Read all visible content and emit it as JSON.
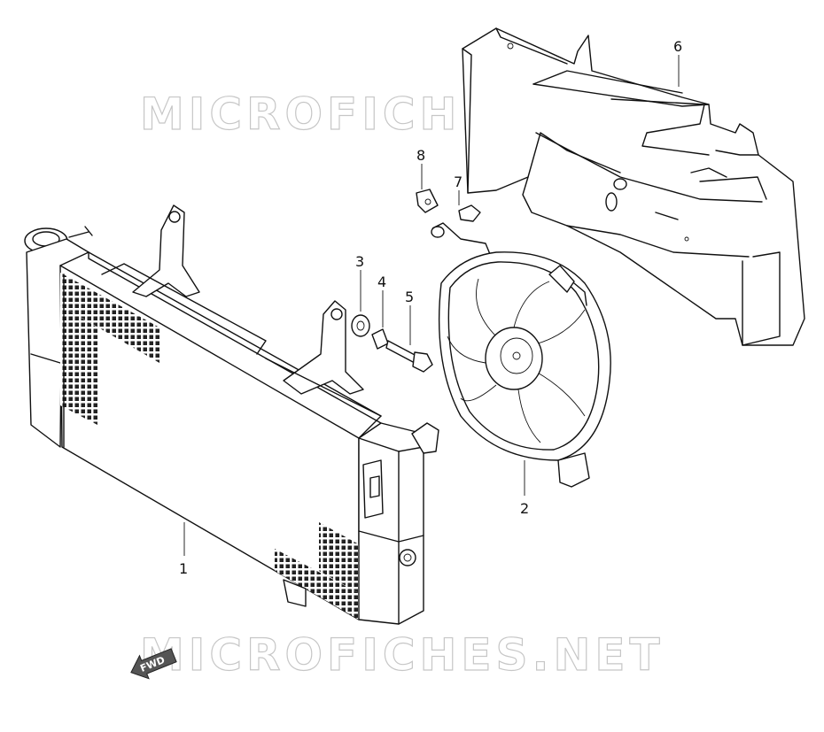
{
  "watermark": {
    "top": "MICROFICHES.NET",
    "bottom": "MICROFICHES.NET"
  },
  "direction_arrow": {
    "label": "FWD"
  },
  "callouts": [
    {
      "id": "1",
      "label": "1"
    },
    {
      "id": "2",
      "label": "2"
    },
    {
      "id": "3",
      "label": "3"
    },
    {
      "id": "4",
      "label": "4"
    },
    {
      "id": "5",
      "label": "5"
    },
    {
      "id": "6",
      "label": "6"
    },
    {
      "id": "7",
      "label": "7"
    },
    {
      "id": "8",
      "label": "8"
    }
  ]
}
